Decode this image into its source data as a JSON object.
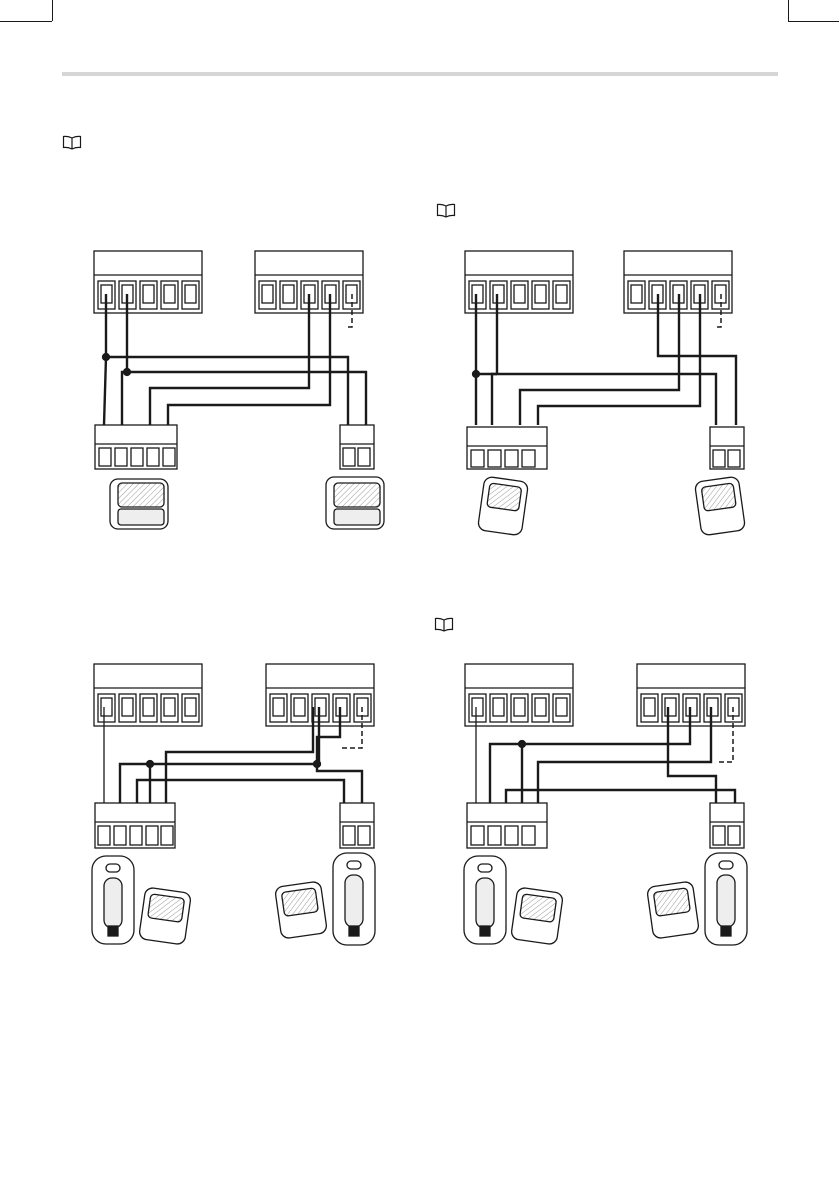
{
  "page": {
    "background": "#ffffff",
    "rule_color": "#d6d6d6",
    "ink_color": "#1a1a1a",
    "note_icon": "open-book-icon"
  },
  "diagrams": [
    {
      "id": "d1",
      "note_icon": false,
      "devices_left": [
        "photocell-square"
      ],
      "devices_right": [
        "photocell-square"
      ],
      "left_rx_terminals": 5,
      "right_rx_terminals": 2
    },
    {
      "id": "d2",
      "note_icon": true,
      "devices_left": [
        "photocell-square"
      ],
      "devices_right": [
        "photocell-square"
      ],
      "left_rx_terminals": 4,
      "right_rx_terminals": 2
    },
    {
      "id": "d3",
      "note_icon": false,
      "devices_left": [
        "photocell-column",
        "photocell-square"
      ],
      "devices_right": [
        "photocell-square",
        "photocell-column"
      ],
      "left_rx_terminals": 5,
      "right_rx_terminals": 2
    },
    {
      "id": "d4",
      "note_icon": true,
      "devices_left": [
        "photocell-column",
        "photocell-square"
      ],
      "devices_right": [
        "photocell-square",
        "photocell-column"
      ],
      "left_rx_terminals": 4,
      "right_rx_terminals": 2
    }
  ]
}
